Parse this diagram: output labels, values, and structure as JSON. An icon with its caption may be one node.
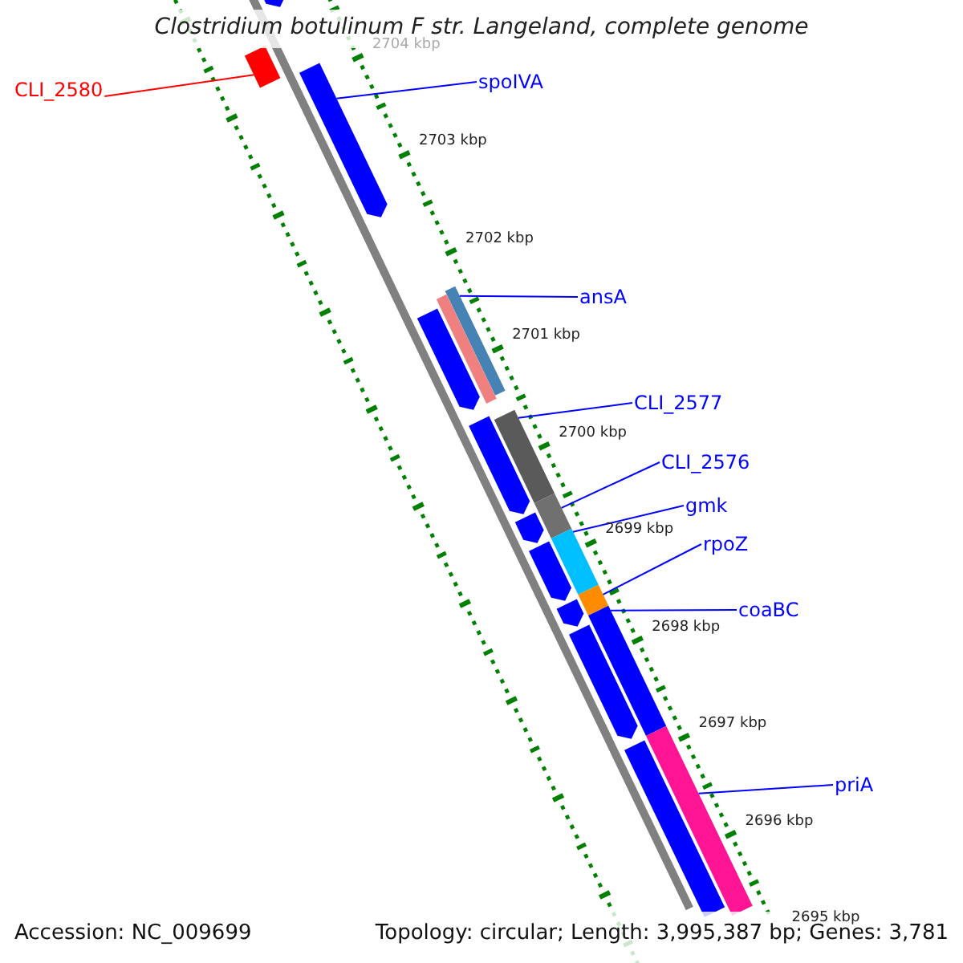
{
  "diagram": {
    "title": "Clostridium botulinum F str. Langeland, complete genome",
    "nodes": [
      {
        "text": [
          "CLI_2580"
        ]
      },
      {
        "text": [],
        "shape": "bar"
      },
      {
        "text": [
          "spoIVA"
        ]
      },
      {
        "text": [],
        "shape": "bar"
      },
      {
        "text": [
          "ansA"
        ]
      },
      {
        "text": [],
        "shape": "bar"
      },
      {
        "text": [
          "CLI_2577"
        ]
      },
      {
        "text": [],
        "shape": "bar"
      },
      {
        "text": [
          "CLI_2576"
        ]
      },
      {
        "text": [],
        "shape": "bar"
      },
      {
        "text": [
          "gmk"
        ]
      },
      {
        "text": [],
        "shape": "bar"
      },
      {
        "text": [
          "rpoZ"
        ]
      },
      {
        "text": [],
        "shape": "bar"
      },
      {
        "text": [
          "coaBC"
        ]
      },
      {
        "text": [],
        "shape": "bar"
      },
      {
        "text": [
          "priA"
        ]
      },
      {
        "text": [],
        "shape": "bar"
      },
      {
        "text": [],
        "shape": "bar"
      },
      {
        "text": [],
        "shape": "bar"
      },
      {
        "text": [],
        "shape": "bar"
      },
      {
        "text": [],
        "shape": "bar"
      },
      {
        "text": [],
        "shape": "bar"
      },
      {
        "text": [],
        "shape": "bar"
      },
      {
        "text": [],
        "shape": "bar"
      },
      {
        "text": [],
        "shape": "bar"
      },
      {
        "text": [],
        "shape": "bar"
      }
    ],
    "edges": [
      {
        "from": 0,
        "to": 1,
        "arrow": "none",
        "color": "#ff0000"
      },
      {
        "from": 2,
        "to": 3,
        "arrow": "none"
      },
      {
        "from": 4,
        "to": 5,
        "arrow": "none"
      },
      {
        "from": 6,
        "to": 7,
        "arrow": "none"
      },
      {
        "from": 8,
        "to": 9,
        "arrow": "none"
      },
      {
        "from": 10,
        "to": 11,
        "arrow": "none"
      },
      {
        "from": 12,
        "to": 13,
        "arrow": "none"
      },
      {
        "from": 14,
        "to": 15,
        "arrow": "none"
      },
      {
        "from": 16,
        "to": 17,
        "arrow": "none"
      }
    ],
    "labels": [
      "2704 kbp",
      "2703 kbp",
      "2702 kbp",
      "2701 kbp",
      "2700 kbp",
      "2699 kbp",
      "2698 kbp",
      "2697 kbp",
      "2696 kbp",
      "2695 kbp",
      "Accession: NC_009699",
      "Topology: circular; Length: 3,995,387 bp; Genes: 3,781"
    ]
  }
}
